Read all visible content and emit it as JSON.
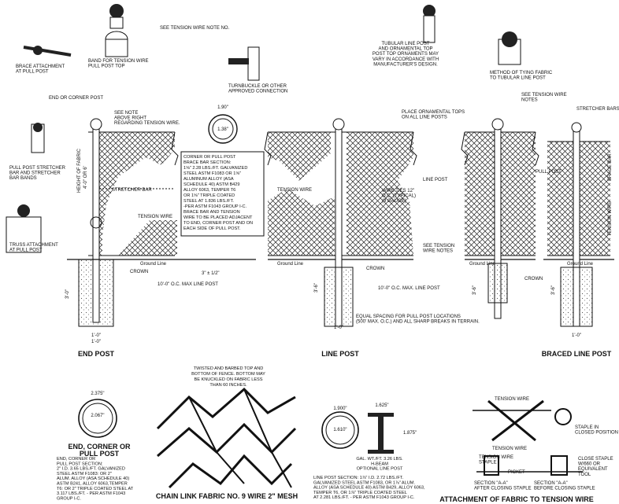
{
  "title_end_post": "END POST",
  "title_line_post": "LINE POST",
  "title_braced_post": "BRACED LINE POST",
  "title_fabric": "CHAIN LINK FABRIC NO. 9 WIRE 2\" MESH",
  "title_attach": "ATTACHMENT OF FABRIC TO TENSION WIRE",
  "title_end_section": [
    "END, CORNER OR",
    "PULL POST"
  ],
  "callouts": {
    "tension_wire_note": "SEE TENSION WIRE NOTE NO.",
    "band_tension": [
      "BAND FOR TENSION WIRE",
      "PULL POST TOP"
    ],
    "brace_attach": [
      "BRACE ATTACHMENT",
      "AT PULL POST"
    ],
    "end_corner": "END OR CORNER POST",
    "see_notes": [
      "SEE NOTE",
      "ABOVE RIGHT",
      "REGARDING TENSION WIRE."
    ],
    "pull_stretcher": [
      "PULL POST STRETCHER",
      "BAR AND STRETCHER",
      "BAR BANDS"
    ],
    "stretcher_bar": "STRETCHER BAR",
    "tension_wire": "TENSION WIRE",
    "truss_attach": [
      "TRUSS ATTACHMENT",
      "AT PULL POST"
    ],
    "height": "HEIGHT OF FABRIC",
    "height2": "4'-0\" OR 6'",
    "turnbuckle": [
      "TURNBUCKLE OR OTHER",
      "APPROVED CONNECTION"
    ],
    "tubular_line": [
      "TUBULAR LINE POST",
      "AND ORNAMENTAL TOP",
      "POST TOP ORNAMENTS MAY",
      "VARY IN ACCORDANCE WITH",
      "MANUFACTURER'S DESIGN."
    ],
    "method_tying": [
      "METHOD OF TYING FABRIC",
      "TO TUBULAR LINE POST"
    ],
    "see_tension_notes": [
      "SEE TENSION WIRE",
      "NOTES"
    ],
    "stretcher_bars": "STRETCHER BARS",
    "place_tops": [
      "PLACE ORNAMENTAL TOPS",
      "ON ALL LINE POSTS"
    ],
    "line_post": "LINE POST",
    "wire_ties": [
      "WIRE TIES 12\"",
      "O.C. (TYPICAL)",
      "(9 GAUGE)"
    ],
    "tension_wire2": "TENSION WIRE",
    "see_tension_notes2": [
      "SEE TENSION",
      "WIRE NOTES"
    ],
    "pull_post": "PULL POST",
    "brace_bar": "BRACE BAR",
    "tension_wire_v": "TENSION WIRE",
    "ground_line": "Ground Line",
    "crown": "CROWN",
    "max_line_post": "10'-0\" O.C. MAX LINE POST",
    "max_line_post2": "10'-0\" O.C. MAX. LINE POST",
    "equal_spacing": [
      "EQUAL SPACING FOR PULL POST LOCATIONS",
      "(500' MAX. O.C.) AND ALL SHARP BREAKS IN TERRAIN."
    ],
    "dim_3x1": "3\" ± 1/2\"",
    "dim_36": "3'-6\"",
    "dim_30": "3'-0\"",
    "dim_10a": "1'-0\"",
    "dim_10b": "1'-0\"",
    "dim_10c": "1'-0\"",
    "dim_10d": "1'-0\"",
    "dim_d1": "1.90\"",
    "dim_d2": "1.38\""
  },
  "brace_note": [
    "CORNER OR PULL POST",
    "BRACE BAR SECTION:",
    "1⅝\" 2.28 LBS./FT. GALVANIZED",
    "STEEL ASTM F1083 OR 1⅝\"",
    "ALUMINUM ALLOY (ASA",
    "SCHEDULE 40) ASTM B429",
    "ALLOY 6063, TEMPER T6",
    "OR 1⅝\" TRIPLE COATED",
    "STEEL AT 1.836 LBS./FT.",
    "-PER ASTM F1043 GROUP I-C.",
    "BRACE BAR AND TENSION",
    "WIRE TO BE PLACED ADJACENT",
    "TO END, CORNER POST AND ON",
    "EACH SIDE OF PULL POST."
  ],
  "end_section_note": [
    "END, CORNER OR",
    "PULL POST SECTION:",
    "2\" I.D. 3.65 LBS./FT. GALVANIZED",
    "STEEL ASTM F1083: OR 2\"",
    "ALUM. ALLOY (ASA SCHEDULE 40)",
    "ASTM B241, ALLOY 6063,TEMPER",
    "T6: OR 2\" TRIPLE COATED STEEL AT",
    "3.117 LBS./FT. - PER ASTM F1043",
    "GROUP I-C."
  ],
  "end_dims": [
    "2.375\"",
    "2.067\""
  ],
  "fabric_note": [
    "TWISTED AND BARBED TOP AND",
    "BOTTOM OF FENCE. BOTTOM MAY",
    "BE KNUCKLED ON FABRIC LESS",
    "THAN 60 INCHES."
  ],
  "line_dims": [
    "1.900\"",
    "1.610\"",
    "1.625\"",
    "1.875\""
  ],
  "hbeam_note": [
    "GAL. WT./FT. 3.26 LBS.",
    "H-BEAM",
    "OPTIONAL LINE POST"
  ],
  "line_section_note": [
    "LINE POST SECTION: 1⅞\" I.D. 2.72 LBS./FT.",
    "GALVANIZED STEEL ASTM F1083, OR 1⅞\" ALUM.",
    "ALLOY (ASA SCHEDULE 40) ASTM B429, ALLOY 6063,",
    "TEMPER T6, OR 1⅞\" TRIPLE COATED STEEL",
    "AT 2.281 LBS./FT. - PER ASTM F1043 GROUP I-C."
  ],
  "attach_labels": {
    "tension_wire_a": "TENSION WIRE",
    "staple_closed": [
      "STAPLE IN",
      "CLOSED POSITION"
    ],
    "tension_wire_b": "TENSION WIRE",
    "tension_staple": [
      "TENSION WIRE",
      "STAPLE"
    ],
    "picket": "PICKET",
    "section_a": [
      "SECTION \"A-A\"",
      "AFTER CLOSING STAPLE"
    ],
    "section_b": [
      "SECTION \"A-A\"",
      "BEFORE CLOSING STAPLE"
    ],
    "close_staple": [
      "CLOSE STAPLE",
      "W/660 OR",
      "EQUIVALENT",
      "TOOL"
    ]
  }
}
